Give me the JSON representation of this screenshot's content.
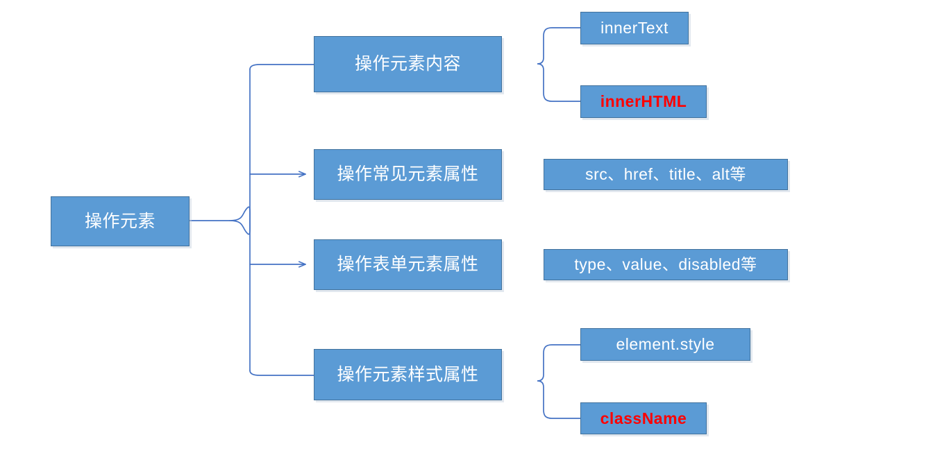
{
  "diagram": {
    "title": "操作元素",
    "type": "tree-mindmap",
    "accent_color": "#5B9BD5",
    "border_color": "#41719C",
    "edge_color": "#4472C4",
    "highlight_text_color": "#FF0000",
    "default_text_color": "#FFFFFF",
    "background_color": "#FFFFFF"
  },
  "root": {
    "label": "操作元素"
  },
  "branches": [
    {
      "label": "操作元素内容",
      "connector": "curve",
      "children": [
        {
          "label": "innerText",
          "highlight": false
        },
        {
          "label": "innerHTML",
          "highlight": true
        }
      ]
    },
    {
      "label": "操作常见元素属性",
      "connector": "arrow",
      "children": [
        {
          "label": "src、href、title、alt等",
          "highlight": false
        }
      ]
    },
    {
      "label": "操作表单元素属性",
      "connector": "arrow",
      "children": [
        {
          "label": "type、value、disabled等",
          "highlight": false
        }
      ]
    },
    {
      "label": "操作元素样式属性",
      "connector": "curve",
      "children": [
        {
          "label": "element.style",
          "highlight": false
        },
        {
          "label": "className",
          "highlight": true
        }
      ]
    }
  ]
}
